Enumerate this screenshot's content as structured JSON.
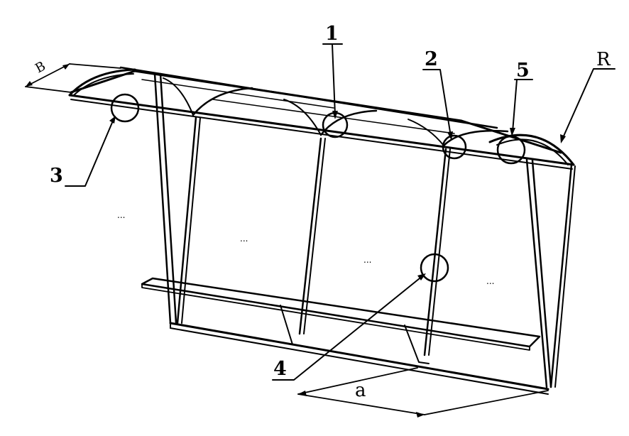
{
  "callouts": {
    "c1": "1",
    "c2": "2",
    "c3": "3",
    "c4": "4",
    "c5": "5"
  },
  "dimensions": {
    "width_label": "B",
    "span_label": "a",
    "radius_label": "R"
  },
  "panel_marks": [
    "...",
    "...",
    "...",
    "..."
  ],
  "colors": {
    "line": "#000000",
    "background": "#ffffff"
  }
}
